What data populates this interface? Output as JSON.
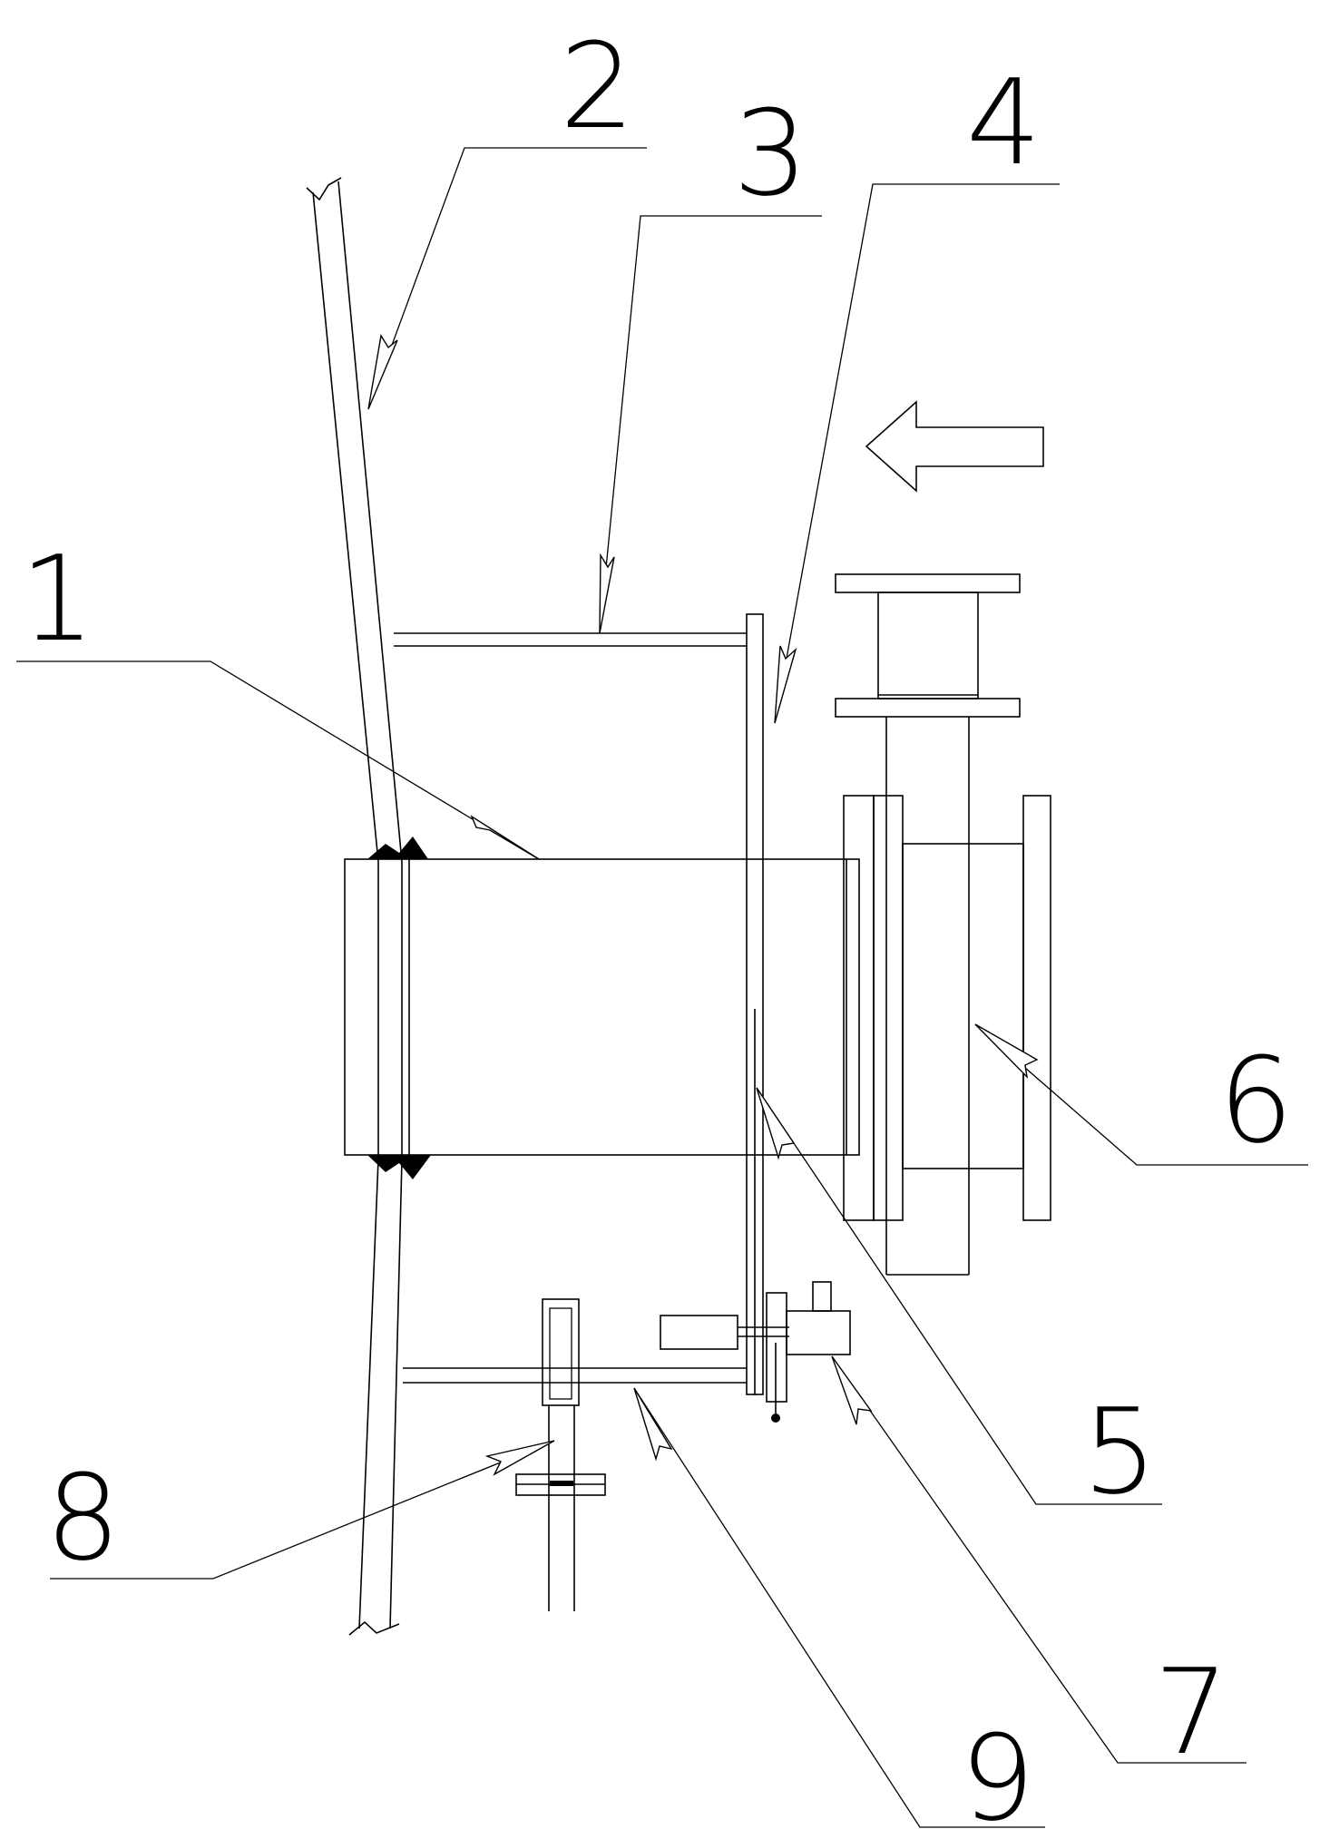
{
  "labels": [
    {
      "id": "1",
      "text": "1"
    },
    {
      "id": "2",
      "text": "2"
    },
    {
      "id": "3",
      "text": "3"
    },
    {
      "id": "4",
      "text": "4"
    },
    {
      "id": "5",
      "text": "5"
    },
    {
      "id": "6",
      "text": "6"
    },
    {
      "id": "7",
      "text": "7"
    },
    {
      "id": "8",
      "text": "8"
    },
    {
      "id": "9",
      "text": "9"
    }
  ],
  "flow_direction": "left"
}
